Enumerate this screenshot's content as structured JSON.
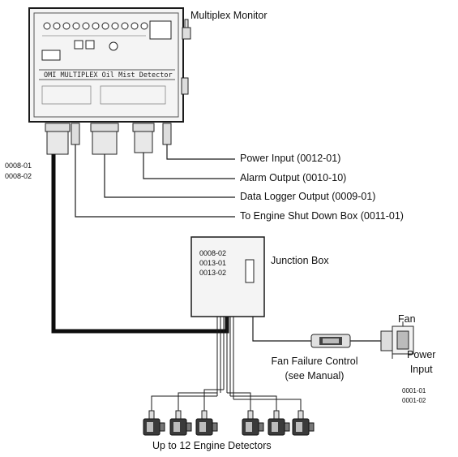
{
  "monitor": {
    "title": "Multiplex Monitor",
    "panel_text": "OMI MULTIPLEX     Oil Mist Detector",
    "cable_labels": [
      "0008-01",
      "0008-02"
    ],
    "outputs": [
      "Power Input (0012-01)",
      "Alarm Output (0010-10)",
      "Data Logger Output (0009-01)",
      "To Engine Shut Down Box (0011-01)"
    ]
  },
  "junction_box": {
    "title": "Junction Box",
    "codes": [
      "0008-02",
      "0013-01",
      "0013-02"
    ]
  },
  "fan": {
    "label": "Fan",
    "power_label": "Power\nInput",
    "codes": [
      "0001-01",
      "0001-02"
    ]
  },
  "fan_failure": {
    "label": "Fan Failure Control\n(see Manual)"
  },
  "detectors": {
    "label": "Up to 12 Engine Detectors",
    "count": 6
  },
  "colors": {
    "line": "#1a1a1a",
    "thick_cable": "#0d0d0d",
    "device_fill": "#f4f4f4",
    "device_dark": "#444444"
  }
}
